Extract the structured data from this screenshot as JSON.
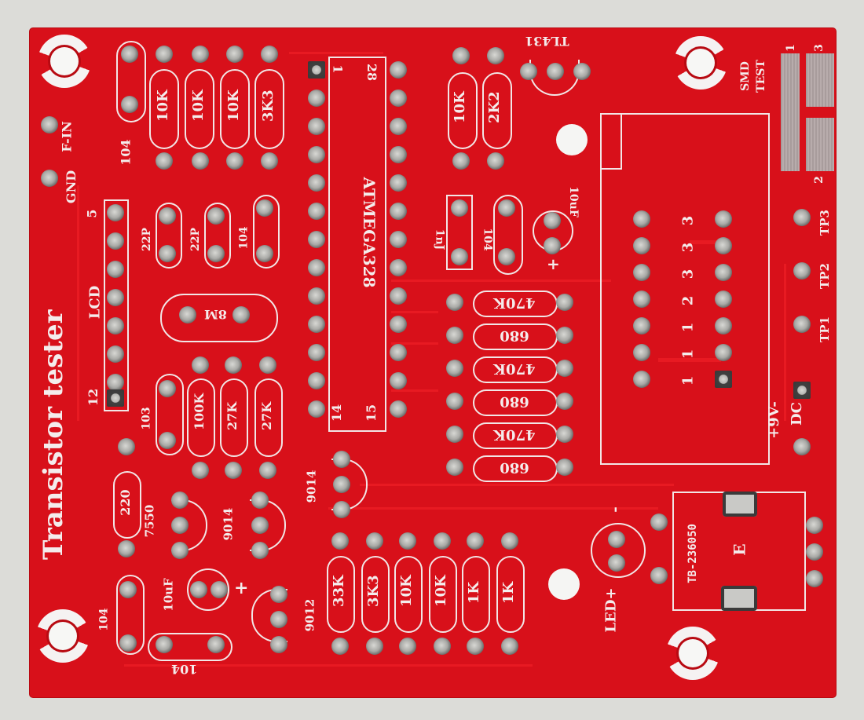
{
  "board": {
    "title": "Transistor tester",
    "color": "#d8101a",
    "silkscreen_color": "#f4ecec"
  },
  "labels": {
    "gnd": "GND",
    "f_in": "F-IN",
    "lcd": "LCD",
    "lcd_pin_top": "5",
    "lcd_pin_bottom": "12",
    "mcu": "ATMEGA328",
    "mcu_pin1": "1",
    "mcu_pin28": "28",
    "mcu_pin14": "14",
    "mcu_pin15": "15",
    "tl431": "TL431",
    "crystal": "8M",
    "smd_test": "SMD",
    "smd_test2": "TEST",
    "smd_pin1": "1",
    "smd_pin3": "3",
    "smd_pin2": "2",
    "tp3": "TP3",
    "tp2": "TP2",
    "tp1": "TP1",
    "socket_left": [
      "3",
      "3",
      "3",
      "2",
      "1",
      "1",
      "1"
    ],
    "power": "+9V-",
    "dc": "DC",
    "led": "LED+",
    "led_minus": "-",
    "encoder": "TB-236050",
    "encoder_e": "E",
    "plus_10uf_top": "+",
    "plus_10uf_bottom": "+"
  },
  "components": {
    "top_cap": "104",
    "top_resistors": [
      "10K",
      "10K",
      "10K",
      "3K3"
    ],
    "right_top_resistors": [
      "10K",
      "2K2"
    ],
    "caps_mid": [
      "1nJ",
      "104",
      "10uF"
    ],
    "xtal_caps": [
      "22P",
      "22P",
      "104"
    ],
    "mid_cap": "103",
    "mid_resistors": [
      "100K",
      "27K",
      "27K"
    ],
    "test_resistors": [
      "470K",
      "680",
      "470K",
      "680",
      "470K",
      "680"
    ],
    "r220": "220",
    "reg": "7550",
    "q1": "9014",
    "q2": "9014",
    "q3": "9012",
    "cap_10uf": "10uF",
    "cap_104_a": "104",
    "cap_104_b": "104",
    "bottom_resistors": [
      "33K",
      "3K3",
      "10K",
      "10K",
      "1K",
      "1K"
    ]
  }
}
